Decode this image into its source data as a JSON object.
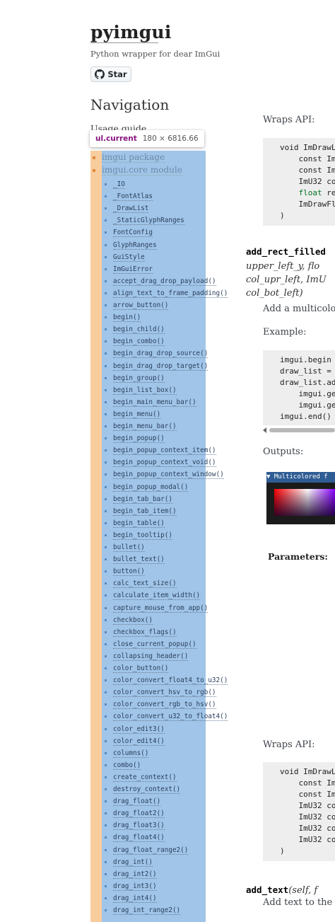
{
  "sidebar": {
    "title": "pyimgui",
    "description": "Python wrapper for dear ImGui",
    "star_label": "Star",
    "nav_title": "Navigation",
    "usage_guide_peek": "Usage guide",
    "tooltip": {
      "tag": "ul.current",
      "size": "180 × 6816.66"
    },
    "toc": [
      {
        "label": "imgui package"
      },
      {
        "label": "imgui.core module"
      }
    ],
    "core_items": [
      "_IO",
      "_FontAtlas",
      "_DrawList",
      "_StaticGlyphRanges",
      "FontConfig",
      "GlyphRanges",
      "GuiStyle",
      "ImGuiError",
      "accept_drag_drop_payload()",
      "align_text_to_frame_padding()",
      "arrow_button()",
      "begin()",
      "begin_child()",
      "begin_combo()",
      "begin_drag_drop_source()",
      "begin_drag_drop_target()",
      "begin_group()",
      "begin_list_box()",
      "begin_main_menu_bar()",
      "begin_menu()",
      "begin_menu_bar()",
      "begin_popup()",
      "begin_popup_context_item()",
      "begin_popup_context_void()",
      "begin_popup_context_window()",
      "begin_popup_modal()",
      "begin_tab_bar()",
      "begin_tab_item()",
      "begin_table()",
      "begin_tooltip()",
      "bullet()",
      "bullet_text()",
      "button()",
      "calc_text_size()",
      "calculate_item_width()",
      "capture_mouse_from_app()",
      "checkbox()",
      "checkbox_flags()",
      "close_current_popup()",
      "collapsing_header()",
      "color_button()",
      "color_convert_float4_to_u32()",
      "color_convert_hsv_to_rgb()",
      "color_convert_rgb_to_hsv()",
      "color_convert_u32_to_float4()",
      "color_edit3()",
      "color_edit4()",
      "columns()",
      "combo()",
      "create_context()",
      "destroy_context()",
      "drag_float()",
      "drag_float2()",
      "drag_float3()",
      "drag_float4()",
      "drag_float_range2()",
      "drag_int()",
      "drag_int2()",
      "drag_int3()",
      "drag_int4()",
      "drag_int_range2()"
    ]
  },
  "content": {
    "wraps_api_1": "Wraps API:",
    "code1": [
      "void ImDrawL",
      "    const Im",
      "    const Im",
      "    ImU32 co",
      "    float re",
      "    ImDrawFl",
      ")"
    ],
    "sig1_name": "add_rect_filled",
    "sig1_line2": "upper_left_y, flo",
    "sig1_line3": "col_upr_left, ImU",
    "sig1_line4": "col_bot_left)",
    "desc1": "Add a multicolor",
    "example_label": "Example:",
    "code2": [
      "imgui.begin",
      "draw_list =",
      "draw_list.ad",
      "    imgui.ge",
      "    imgui.ge",
      "imgui.end()"
    ],
    "outputs_label": "Outputs:",
    "output_window_title": "▼ Multicolored f",
    "parameters_label": "Parameters:",
    "wraps_api_2": "Wraps API:",
    "code3": [
      "void ImDrawL",
      "    const Im",
      "    const Im",
      "    ImU32 co",
      "    ImU32 co",
      "    ImU32 co",
      "    ImU32 co",
      ")"
    ],
    "sig2_name": "add_text",
    "sig2_rest": "(self, f",
    "desc2": "Add text to the d"
  }
}
